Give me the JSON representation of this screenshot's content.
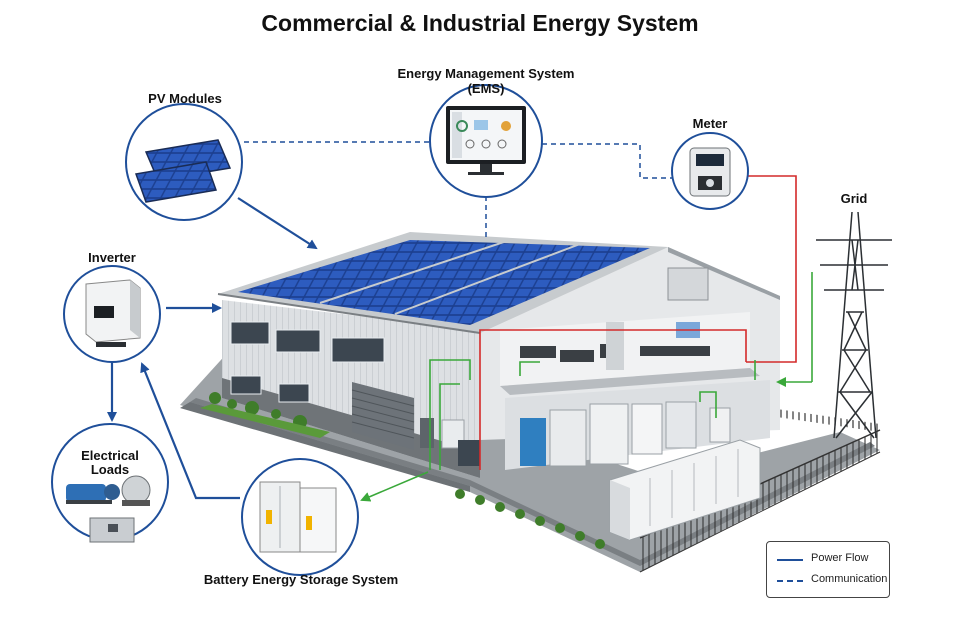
{
  "title": "Commercial & Industrial Energy System",
  "labels": {
    "pv_modules": "PV Modules",
    "ems": "Energy Management System (EMS)",
    "meter": "Meter",
    "grid": "Grid",
    "inverter": "Inverter",
    "electrical_loads_line1": "Electrical",
    "electrical_loads_line2": "Loads",
    "battery": "Battery Energy Storage System"
  },
  "legend": {
    "power_flow": "Power Flow",
    "communication": "Communication"
  },
  "colors": {
    "power_flow": "#1f4f9a",
    "communication": "#1f4f9a",
    "grid_line": "#d42a2a",
    "battery_line": "#3aa83a",
    "roof_panel": "#1c3f8f",
    "wall": "#d7dadd"
  }
}
